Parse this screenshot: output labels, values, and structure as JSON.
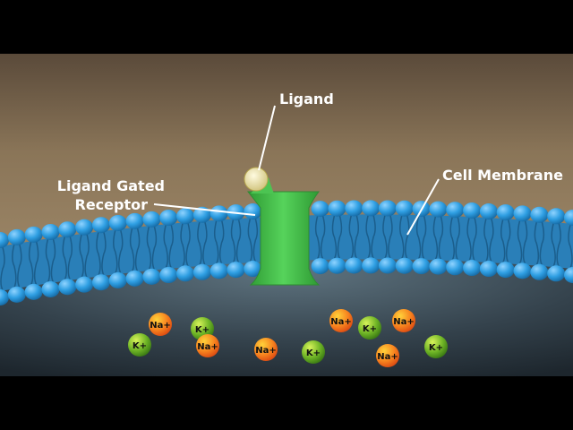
{
  "labels": {
    "ligand": "Ligand",
    "receptor_line1": "Ligand Gated",
    "receptor_line2": "Receptor",
    "membrane": "Cell Membrane"
  },
  "ions": [
    {
      "text": "Na+",
      "kind": "na"
    },
    {
      "text": "K+",
      "kind": "k"
    },
    {
      "text": "K+",
      "kind": "k"
    },
    {
      "text": "Na+",
      "kind": "na"
    },
    {
      "text": "Na+",
      "kind": "na"
    },
    {
      "text": "K+",
      "kind": "k"
    },
    {
      "text": "Na+",
      "kind": "na"
    },
    {
      "text": "K+",
      "kind": "k"
    },
    {
      "text": "Na+",
      "kind": "na"
    },
    {
      "text": "Na+",
      "kind": "na"
    },
    {
      "text": "K+",
      "kind": "k"
    }
  ],
  "colors": {
    "letterbox": "#000000",
    "membrane_blue": "#2f9fe3",
    "receptor_green": "#44c24a",
    "ligand_yellow": "#efe6a6",
    "na_orange": "#f26b1d",
    "k_green": "#5aa21f",
    "label_white": "#ffffff"
  }
}
